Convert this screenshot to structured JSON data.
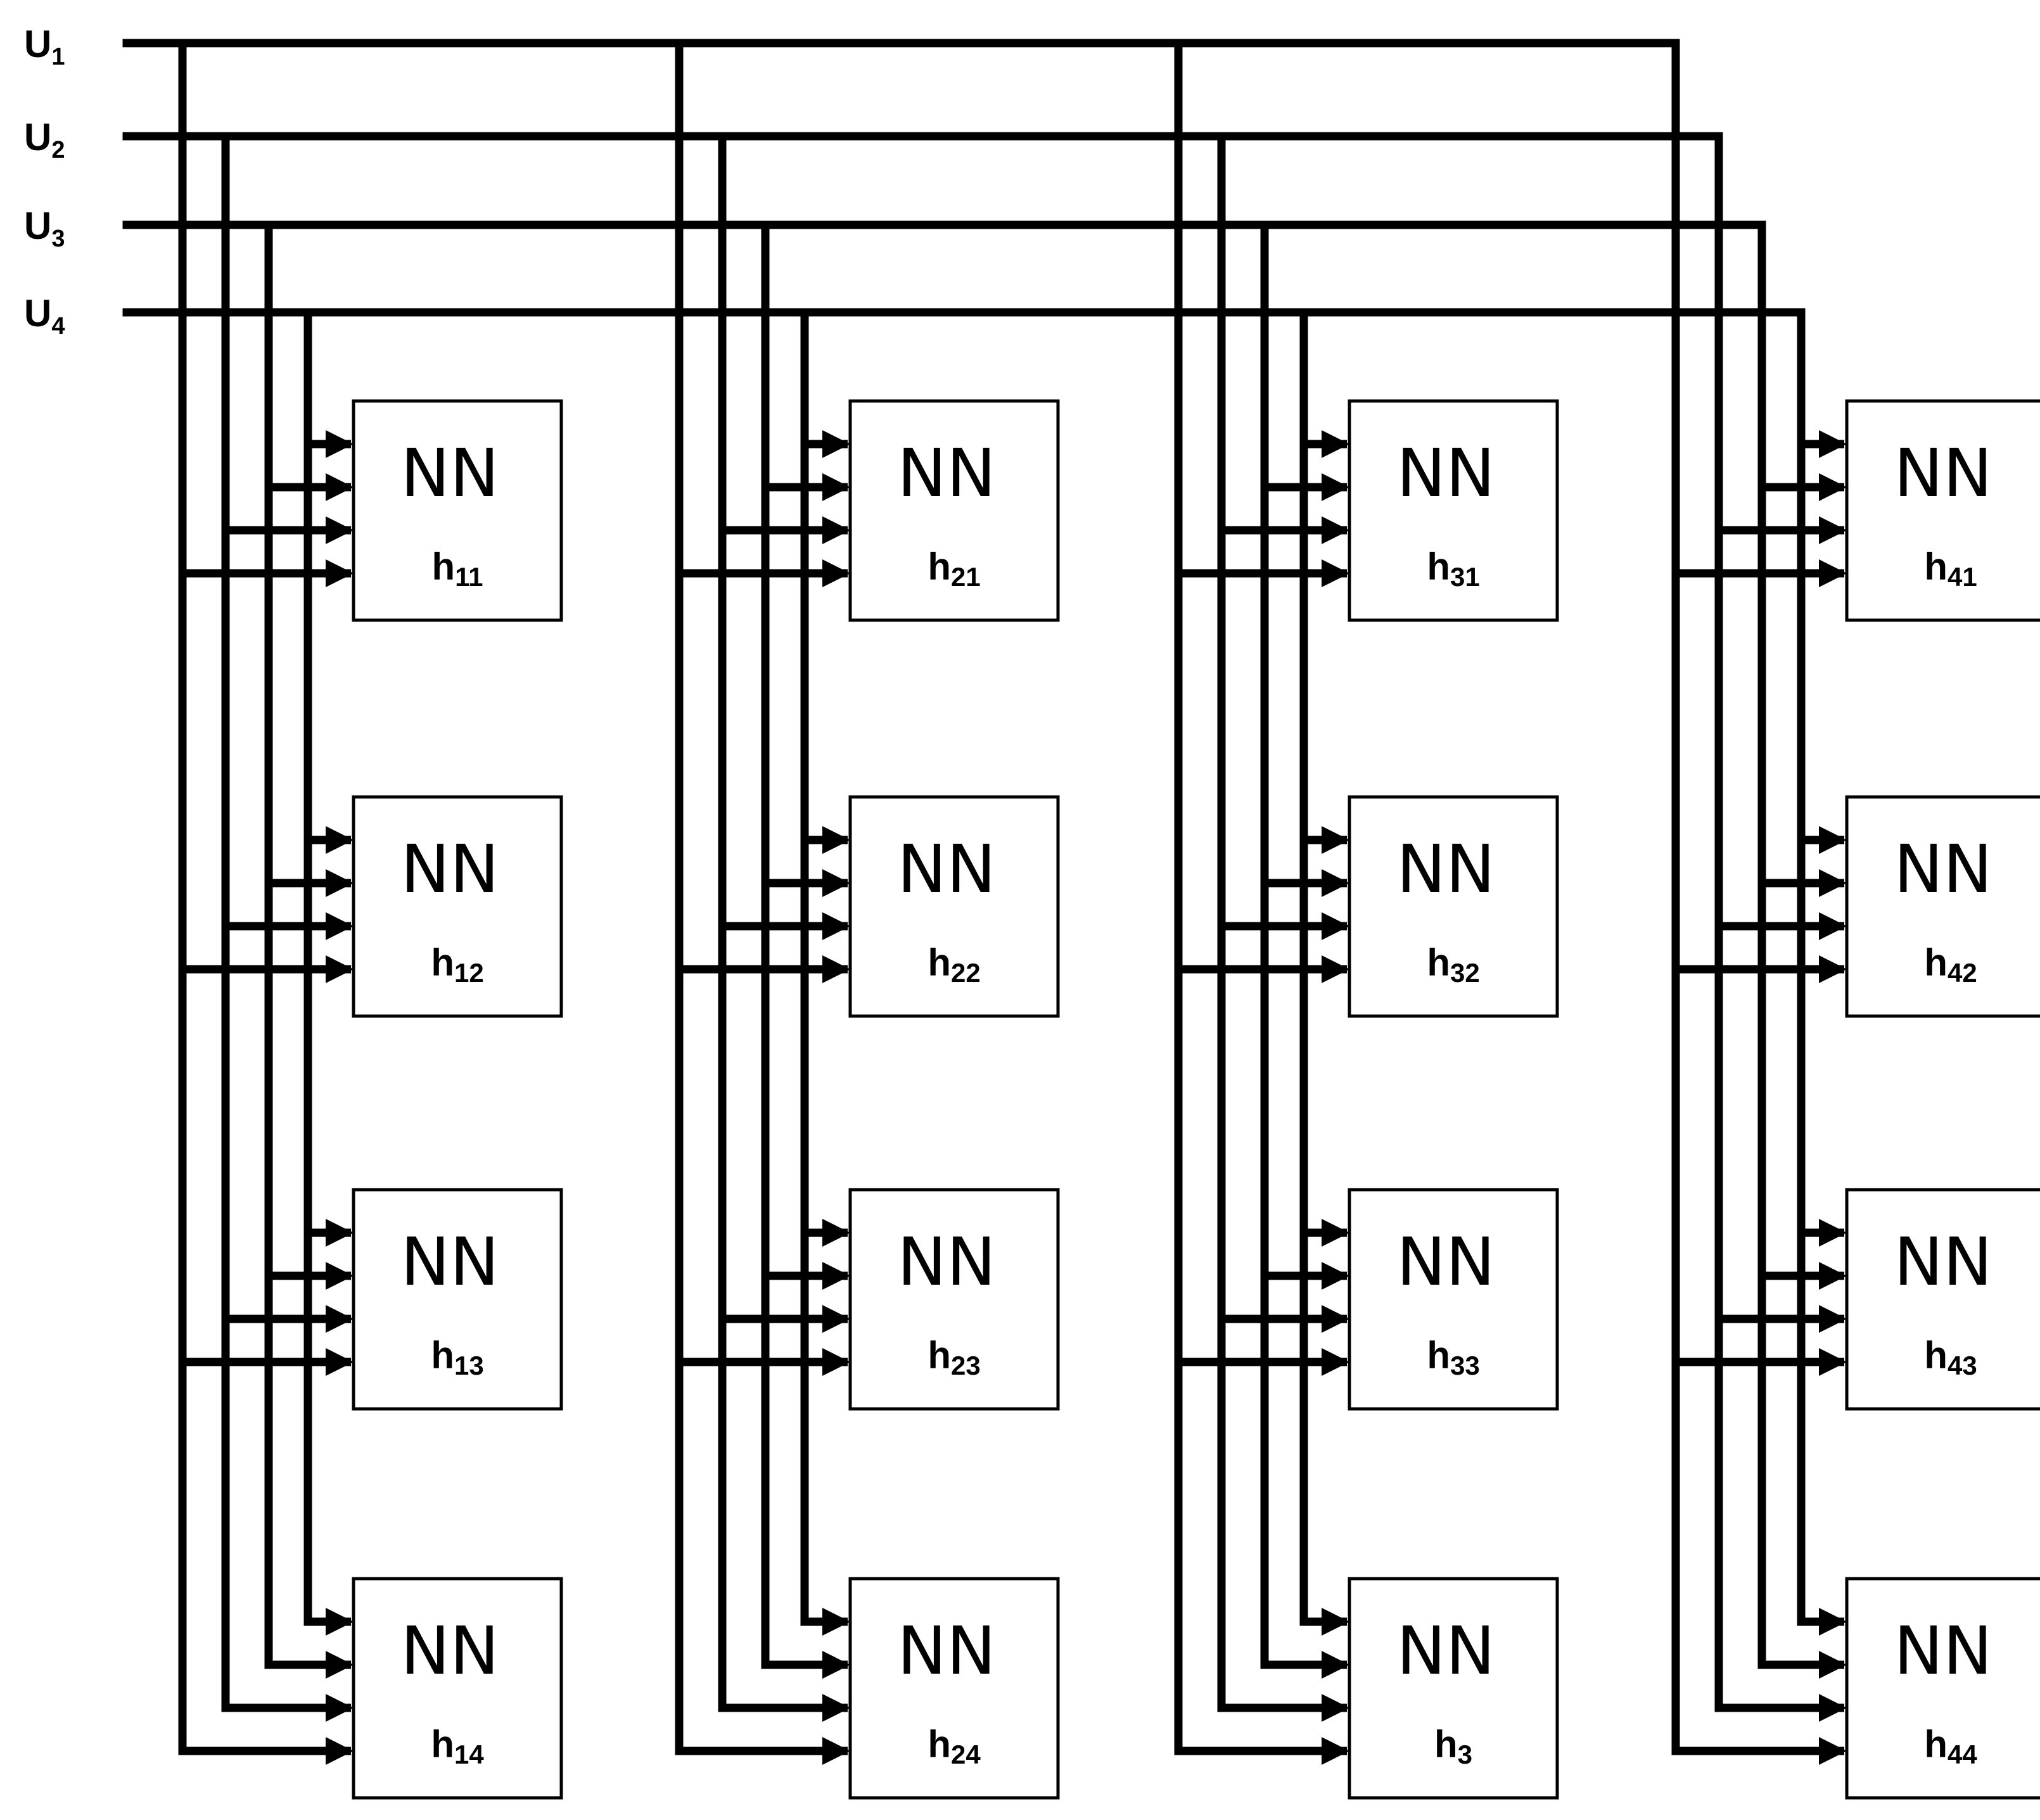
{
  "colors": {
    "line": "#000000",
    "box_fill": "#ffffff",
    "background": "#ffffff"
  },
  "buses": [
    {
      "base": "U",
      "sub": "1"
    },
    {
      "base": "U",
      "sub": "2"
    },
    {
      "base": "U",
      "sub": "3"
    },
    {
      "base": "U",
      "sub": "4"
    }
  ],
  "groups": [
    {
      "blocks": [
        {
          "nn": "NN",
          "h_base": "h",
          "h_sub": "11"
        },
        {
          "nn": "NN",
          "h_base": "h",
          "h_sub": "12"
        },
        {
          "nn": "NN",
          "h_base": "h",
          "h_sub": "13"
        },
        {
          "nn": "NN",
          "h_base": "h",
          "h_sub": "14"
        }
      ]
    },
    {
      "blocks": [
        {
          "nn": "NN",
          "h_base": "h",
          "h_sub": "21"
        },
        {
          "nn": "NN",
          "h_base": "h",
          "h_sub": "22"
        },
        {
          "nn": "NN",
          "h_base": "h",
          "h_sub": "23"
        },
        {
          "nn": "NN",
          "h_base": "h",
          "h_sub": "24"
        }
      ]
    },
    {
      "blocks": [
        {
          "nn": "NN",
          "h_base": "h",
          "h_sub": "31"
        },
        {
          "nn": "NN",
          "h_base": "h",
          "h_sub": "32"
        },
        {
          "nn": "NN",
          "h_base": "h",
          "h_sub": "33"
        },
        {
          "nn": "NN",
          "h_base": "h",
          "h_sub": "3"
        }
      ]
    },
    {
      "blocks": [
        {
          "nn": "NN",
          "h_base": "h",
          "h_sub": "41"
        },
        {
          "nn": "NN",
          "h_base": "h",
          "h_sub": "42"
        },
        {
          "nn": "NN",
          "h_base": "h",
          "h_sub": "43"
        },
        {
          "nn": "NN",
          "h_base": "h",
          "h_sub": "44"
        }
      ]
    }
  ]
}
